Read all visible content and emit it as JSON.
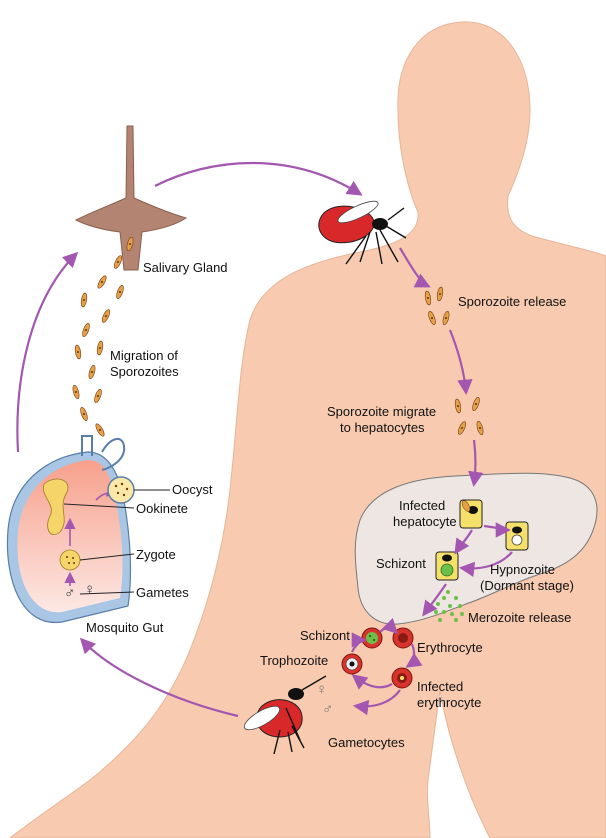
{
  "labels": {
    "salivary_gland": "Salivary Gland",
    "migration_line1": "Migration of",
    "migration_line2": "Sporozoites",
    "sporozoite_release": "Sporozoite release",
    "sporozoite_migrate_line1": "Sporozoite migrate",
    "sporozoite_migrate_line2": "to hepatocytes",
    "infected_hepatocyte_line1": "Infected",
    "infected_hepatocyte_line2": "hepatocyte",
    "schizont_liver": "Schizont",
    "hypnozoite_line1": "Hypnozoite",
    "hypnozoite_line2": "(Dormant stage)",
    "merozoite_release": "Merozoite release",
    "schizont_blood": "Schizont",
    "erythrocyte": "Erythrocyte",
    "trophozoite": "Trophozoite",
    "infected_erythrocyte_line1": "Infected",
    "infected_erythrocyte_line2": "erythrocyte",
    "gametocytes": "Gametocytes",
    "oocyst": "Oocyst",
    "ookinete": "Ookinete",
    "zygote": "Zygote",
    "gametes": "Gametes",
    "mosquito_gut": "Mosquito Gut",
    "male_symbol": "♂",
    "female_symbol": "♀"
  },
  "colors": {
    "skin": "#f8cbb0",
    "liver": "#ede6e3",
    "arrow": "#a457b0",
    "sporozoite": "#e8a048",
    "gland": "#b48472",
    "gut_wall": "#a9c6e5",
    "erythrocyte": "#d8342c",
    "mosquito_red": "#d8282a",
    "cell_yellow": "#f5e06a"
  }
}
